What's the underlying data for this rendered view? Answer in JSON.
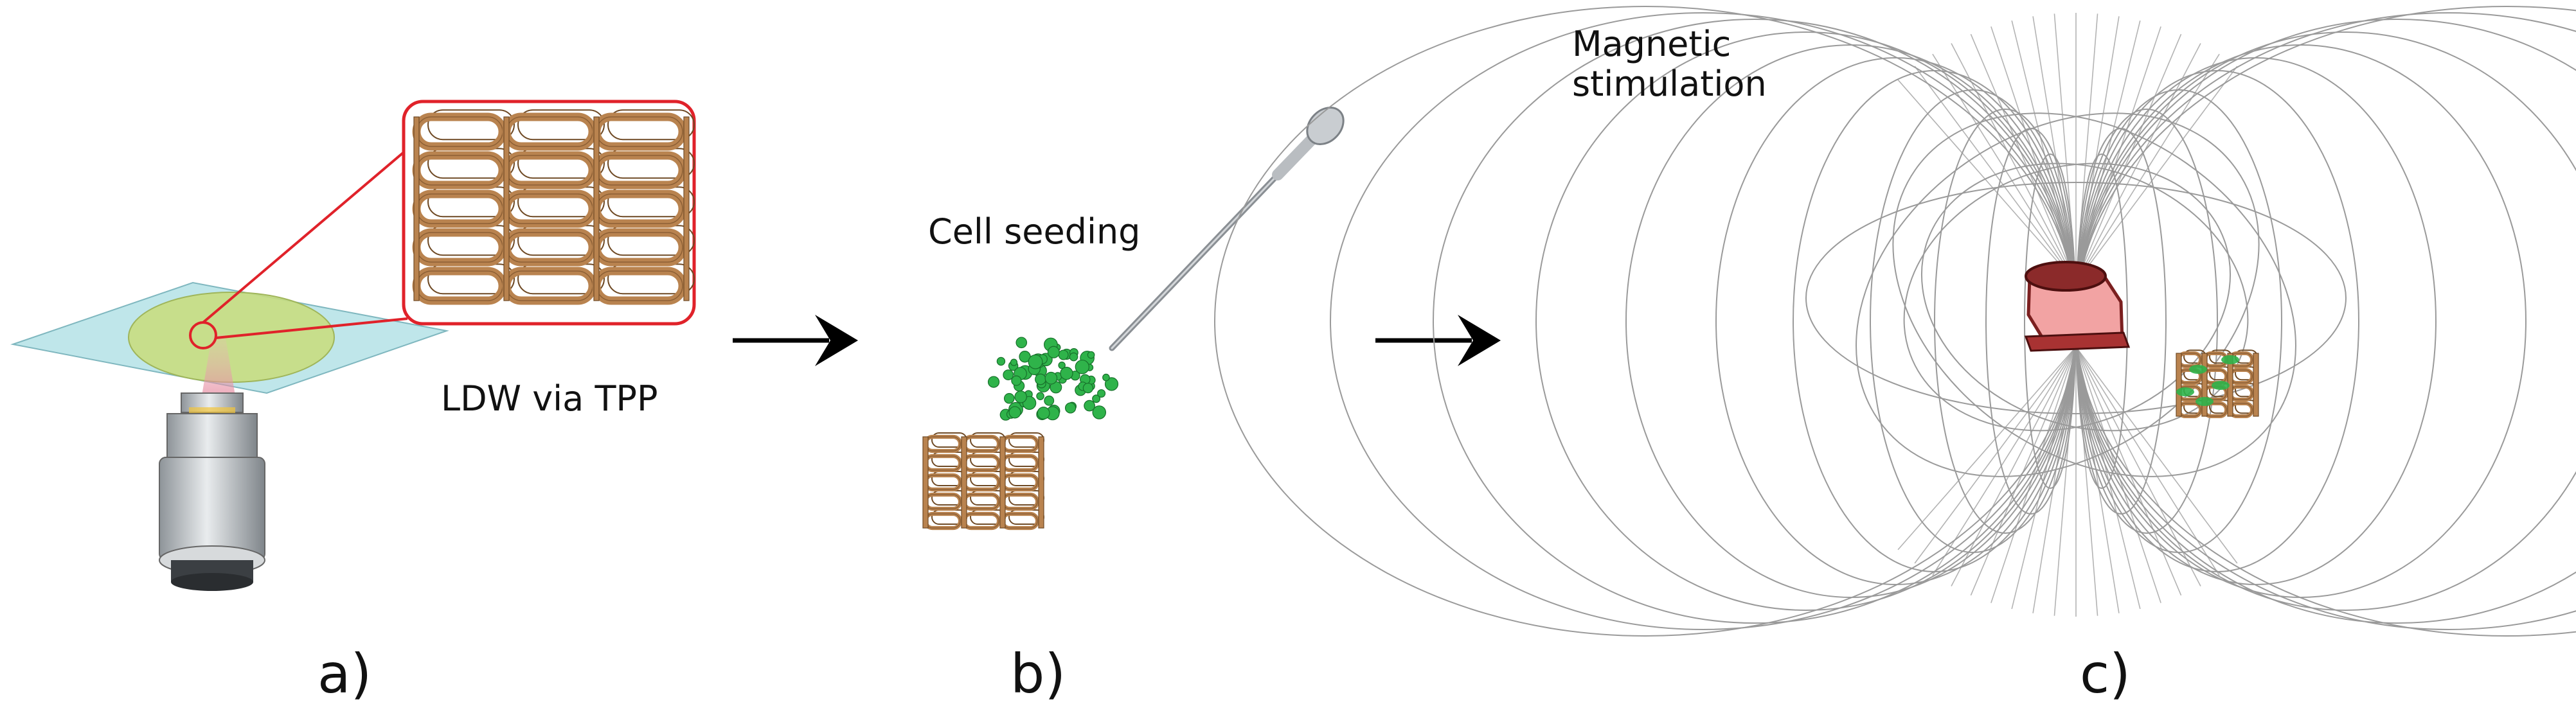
{
  "panels": [
    {
      "label": "a)",
      "caption": "LDW via TPP"
    },
    {
      "label": "b)",
      "caption": "Cell seeding"
    },
    {
      "label": "c)",
      "caption": "Magnetic stimulation"
    }
  ],
  "colors": {
    "substrate": "#a9dde3",
    "laser_spot": "#c8dc7a",
    "zoom_frame": "#e0222a",
    "scaffold": "#b9834f",
    "scaffold_edge": "#6f4a25",
    "cells": "#2fb34a",
    "field_lines": "#9a9a9a",
    "magnet_body": "#f2a3a3",
    "magnet_edge": "#7b1f1f"
  },
  "icons": [
    "microscope-objective-icon",
    "pipette-icon",
    "arrow-right-icon",
    "magnet-icon",
    "scaffold-icon",
    "cell-cluster-icon"
  ]
}
